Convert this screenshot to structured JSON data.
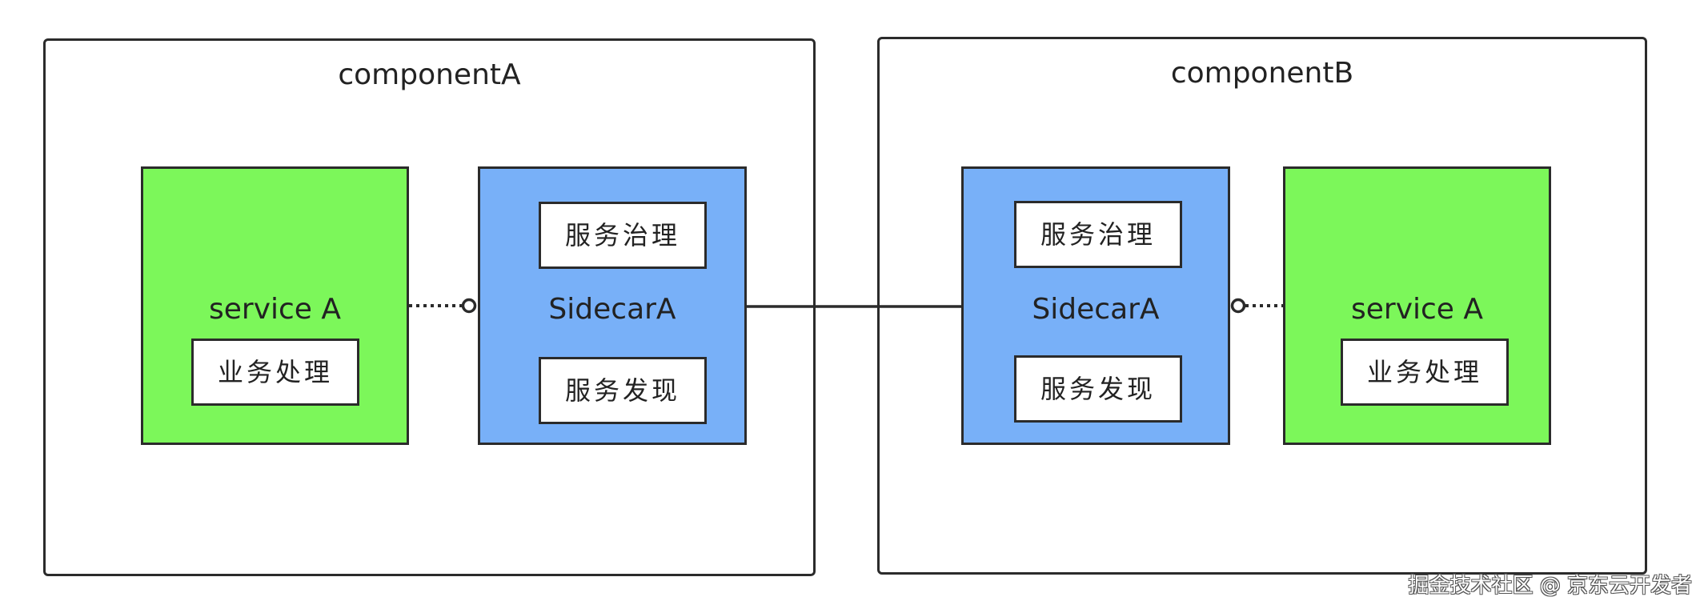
{
  "component_a": {
    "title": "componentA",
    "service": {
      "label": "service A",
      "inner": "业务处理"
    },
    "sidecar": {
      "label": "SidecarA",
      "top_inner": "服务治理",
      "bottom_inner": "服务发现"
    }
  },
  "component_b": {
    "title": "componentB",
    "sidecar": {
      "label": "SidecarA",
      "top_inner": "服务治理",
      "bottom_inner": "服务发现"
    },
    "service": {
      "label": "service A",
      "inner": "业务处理"
    }
  },
  "watermark": "掘金技术社区 @ 京东云开发者",
  "colors": {
    "service_fill": "#7cf75a",
    "sidecar_fill": "#78b0f8",
    "border": "#2b2b2b",
    "background": "#ffffff"
  }
}
